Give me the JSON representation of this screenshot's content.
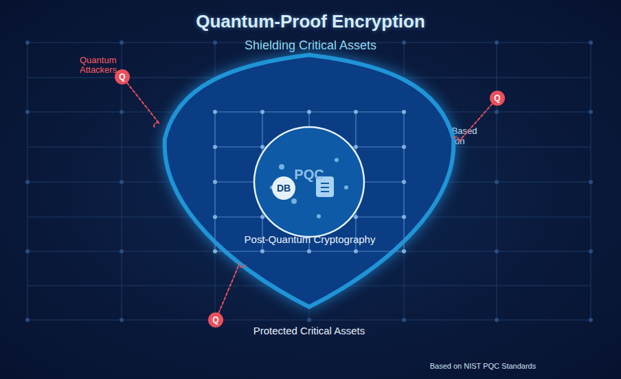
{
  "diagram": {
    "title": "Quantum-Proof Encryption",
    "nodes": [
      {
        "text": [
          "Post-Quantum Cryptography"
        ]
      },
      {
        "text": [
          "PQC",
          "DB"
        ],
        "in": 0
      },
      {
        "text": [
          "Q"
        ]
      },
      {
        "text": [
          "Q"
        ]
      },
      {
        "text": [
          "Q"
        ]
      }
    ],
    "edges": [
      {
        "from": 2,
        "to": 0,
        "arrow": "none"
      },
      {
        "from": 3,
        "to": 0,
        "arrow": "none"
      },
      {
        "from": 4,
        "to": 0,
        "arrow": "none"
      }
    ],
    "labels": [
      "Shielding Critical Assets",
      "Quantum Attackers",
      "Lattice-Based Encryption",
      "Protected Critical Assets",
      "Based on NIST PQC Standards"
    ]
  }
}
